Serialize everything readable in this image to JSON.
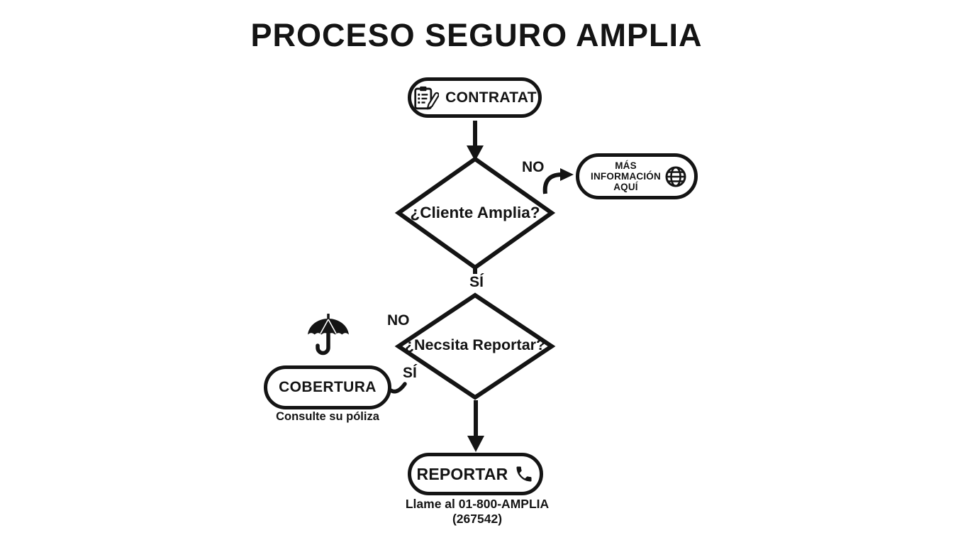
{
  "title": "PROCESO SEGURO AMPLIA",
  "colors": {
    "ink": "#141414",
    "background": "#ffffff"
  },
  "flow": {
    "contratar": {
      "label": "CONTRATAT",
      "icon": "contract-clipboard-icon"
    },
    "cliente_decision": {
      "question": "¿Cliente Amplia?",
      "no_label": "NO",
      "si_label": "SÍ"
    },
    "mas_informacion": {
      "line1": "MÁS",
      "line2": "INFORMACIÓN",
      "line3": "AQUÍ",
      "icon": "globe-icon"
    },
    "reportar_decision": {
      "question": "¿Necsita Reportar?",
      "no_label": "NO",
      "si_label": "SÍ"
    },
    "cobertura": {
      "label": "COBERTURA",
      "caption": "Consulte su póliza",
      "icon": "umbrella-icon"
    },
    "reportar": {
      "label": "REPORTAR",
      "caption": "Llame al 01-800-AMPLIA (267542)",
      "icon": "phone-icon"
    }
  }
}
